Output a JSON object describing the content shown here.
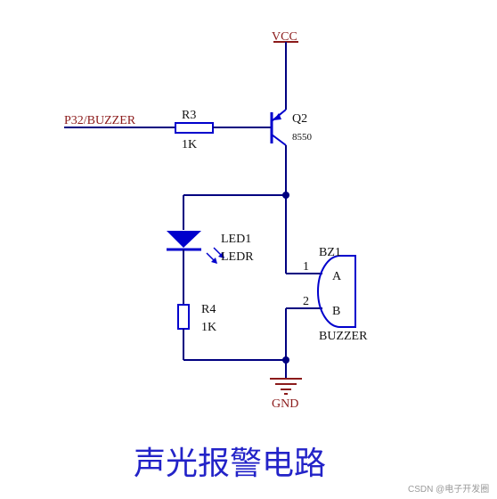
{
  "colors": {
    "wire": "#000080",
    "component": "#0000cc",
    "net_label": "#8b1a1a",
    "text": "#111111",
    "title": "#2323c8",
    "watermark": "#9a9a9a"
  },
  "net_labels": {
    "vcc": "VCC",
    "gnd": "GND",
    "input": "P32/BUZZER"
  },
  "components": {
    "r3": {
      "designator": "R3",
      "value": "1K"
    },
    "r4": {
      "designator": "R4",
      "value": "1K"
    },
    "q2": {
      "designator": "Q2",
      "value": "8550"
    },
    "led1": {
      "designator": "LED1",
      "value": "LEDR"
    },
    "bz1": {
      "designator": "BZ1",
      "value": "BUZZER",
      "pin1_number": "1",
      "pin1_name": "A",
      "pin2_number": "2",
      "pin2_name": "B"
    }
  },
  "title": "声光报警电路",
  "watermark": "CSDN @电子开发圈"
}
